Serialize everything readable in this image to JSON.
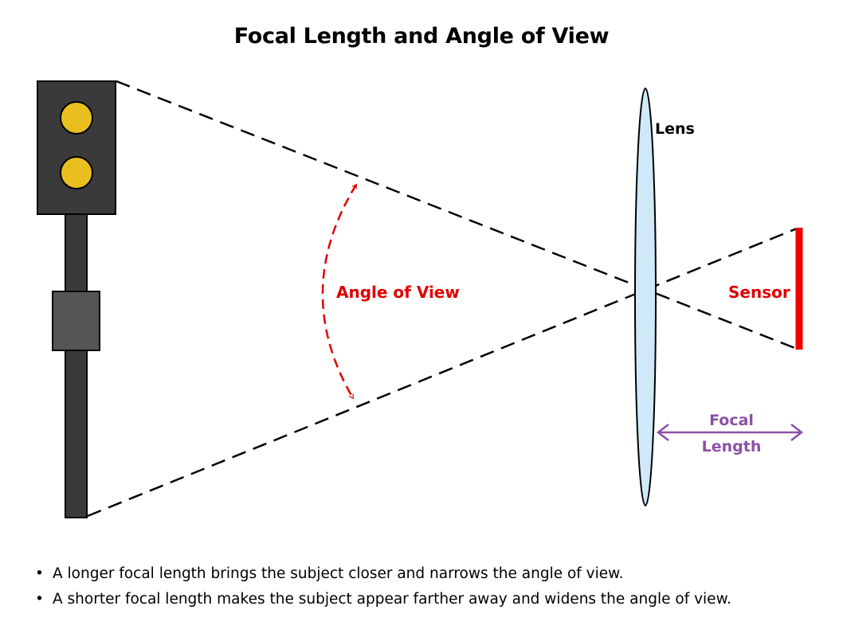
{
  "title": "Focal Length and Angle of View",
  "labels": {
    "lens": "Lens",
    "angle_of_view": "Angle of View",
    "sensor": "Sensor",
    "focal_length_line1": "Focal",
    "focal_length_line2": "Length"
  },
  "notes": [
    "A longer focal length brings the subject closer and narrows the angle of view.",
    "A shorter focal length makes the subject appear farther away and widens the angle of view."
  ],
  "colors": {
    "housing": "#3a3a3a",
    "lamp": "#e8bf1f",
    "bracket": "#555555",
    "lens_fill": "#cfe9f9",
    "angle_accent": "#e00000",
    "sensor": "#ee0000",
    "focal_accent": "#8e4fa8"
  }
}
